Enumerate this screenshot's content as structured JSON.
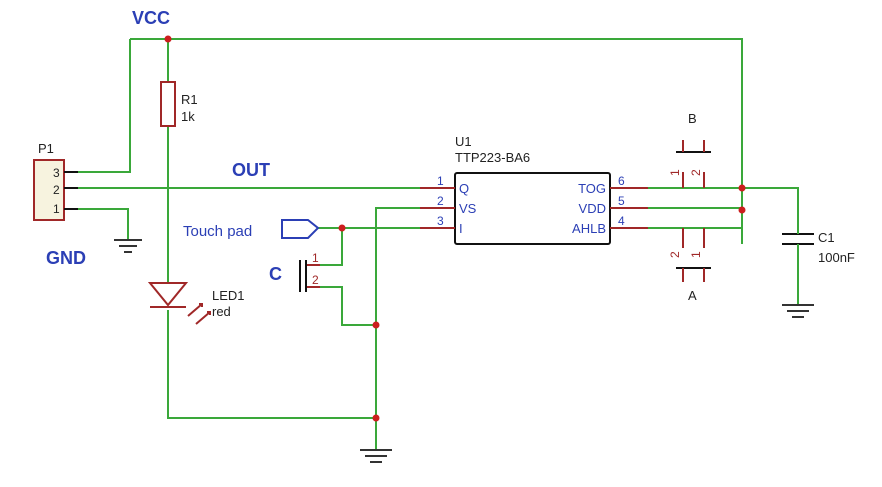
{
  "labels": {
    "vcc": "VCC",
    "out": "OUT",
    "gnd": "GND",
    "p1": "P1",
    "p1_pins": [
      "3",
      "2",
      "1"
    ],
    "r1": "R1",
    "r1_value": "1k",
    "led": "LED1",
    "led_value": "red",
    "touch_pad": "Touch pad",
    "c": "C",
    "c_pins": [
      "1",
      "2"
    ],
    "u1": "U1",
    "u1_part": "TTP223-BA6",
    "u1_left_pins": [
      {
        "num": "1",
        "name": "Q"
      },
      {
        "num": "2",
        "name": "VS"
      },
      {
        "num": "3",
        "name": "I"
      }
    ],
    "u1_right_pins": [
      {
        "num": "6",
        "name": "TOG"
      },
      {
        "num": "5",
        "name": "VDD"
      },
      {
        "num": "4",
        "name": "AHLB"
      }
    ],
    "jumper_b": "B",
    "jumper_a": "A",
    "jumper_b_pins": [
      "1",
      "2"
    ],
    "jumper_a_pins": [
      "2",
      "1"
    ],
    "c1": "C1",
    "c1_value": "100nF"
  },
  "colors": {
    "wire": "#3aa83a",
    "component": "#a02828",
    "label": "#2b3fb5",
    "junction": "#cc1e1e"
  }
}
